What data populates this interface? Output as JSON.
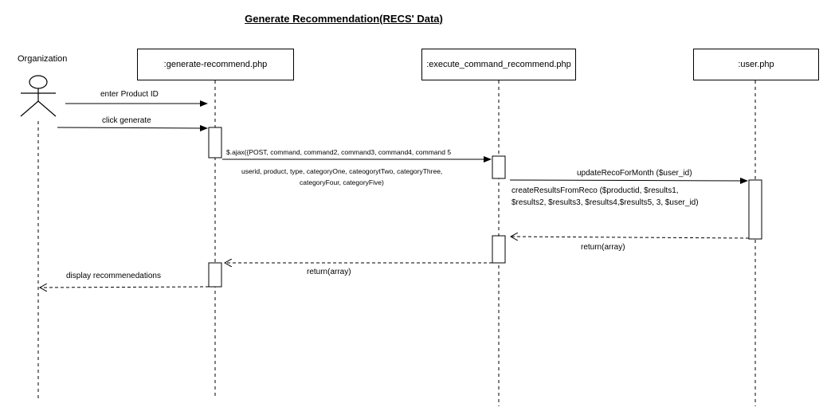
{
  "title": "Generate Recommendation(RECS' Data)",
  "actor": {
    "label": "Organization"
  },
  "lifelines": [
    {
      "label": ":generate-recommend.php"
    },
    {
      "label": ":execute_command_recommend.php"
    },
    {
      "label": ":user.php"
    }
  ],
  "messages": {
    "enter_product": "enter Product ID",
    "click_generate": "click generate",
    "ajax_line1": "$.ajax({POST, command, command2, command3, command4, command 5",
    "ajax_line2": "userid, product, type, categoryOne, cateogorytTwo, categoryThree,",
    "ajax_line3": "categoryFour, categoryFive)",
    "update_reco": "updateRecoForMonth ($user_id)",
    "create_line1": "createResultsFromReco ($productid, $results1,",
    "create_line2": "$results2, $results3, $results4,$results5, 3, $user_id)",
    "return_user": "return(array)",
    "return_exec": "return(array)",
    "display_reco": "display recommenedations"
  }
}
